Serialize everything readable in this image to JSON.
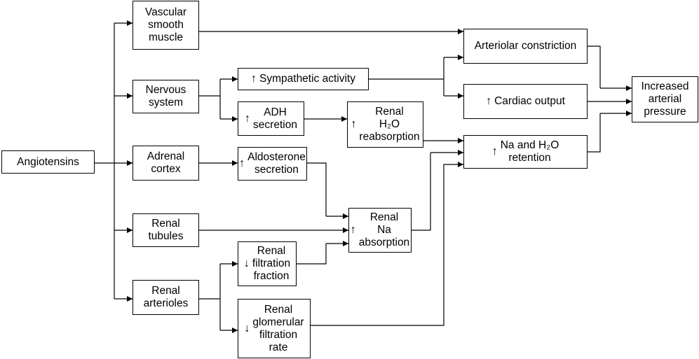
{
  "nodes": {
    "angiotensins": {
      "lines": [
        "Angiotensins"
      ]
    },
    "vascular": {
      "lines": [
        "Vascular",
        "smooth",
        "muscle"
      ]
    },
    "nervous": {
      "lines": [
        "Nervous",
        "system"
      ]
    },
    "adrenal": {
      "lines": [
        "Adrenal",
        "cortex"
      ]
    },
    "renal_tubules": {
      "lines": [
        "Renal",
        "tubules"
      ]
    },
    "renal_arterioles": {
      "lines": [
        "Renal",
        "arterioles"
      ]
    },
    "sympathetic": {
      "arrow": "up",
      "lines": [
        "Sympathetic activity"
      ]
    },
    "adh": {
      "arrow": "up",
      "lines": [
        "ADH",
        "secretion"
      ]
    },
    "aldosterone": {
      "arrow": "up",
      "lines": [
        "Aldosterone",
        "secretion"
      ]
    },
    "renal_filtration_fraction": {
      "arrow": "down",
      "lines": [
        "Renal",
        "filtration",
        "fraction"
      ]
    },
    "renal_gfr": {
      "arrow": "down",
      "lines": [
        "Renal",
        "glomerular",
        "filtration",
        "rate"
      ]
    },
    "renal_h2o": {
      "arrow": "up",
      "lines": [
        "Renal",
        "H₂O",
        "reabsorption"
      ]
    },
    "renal_na": {
      "arrow": "up",
      "lines": [
        "Renal",
        "Na",
        "absorption"
      ]
    },
    "arteriolar": {
      "lines": [
        "Arteriolar constriction"
      ]
    },
    "cardiac": {
      "arrow": "up",
      "lines": [
        "Cardiac output"
      ]
    },
    "na_h2o": {
      "arrow": "up",
      "lines": [
        "Na and H₂O",
        "retention"
      ]
    },
    "increased": {
      "lines": [
        "Increased",
        "arterial",
        "pressure"
      ]
    }
  }
}
